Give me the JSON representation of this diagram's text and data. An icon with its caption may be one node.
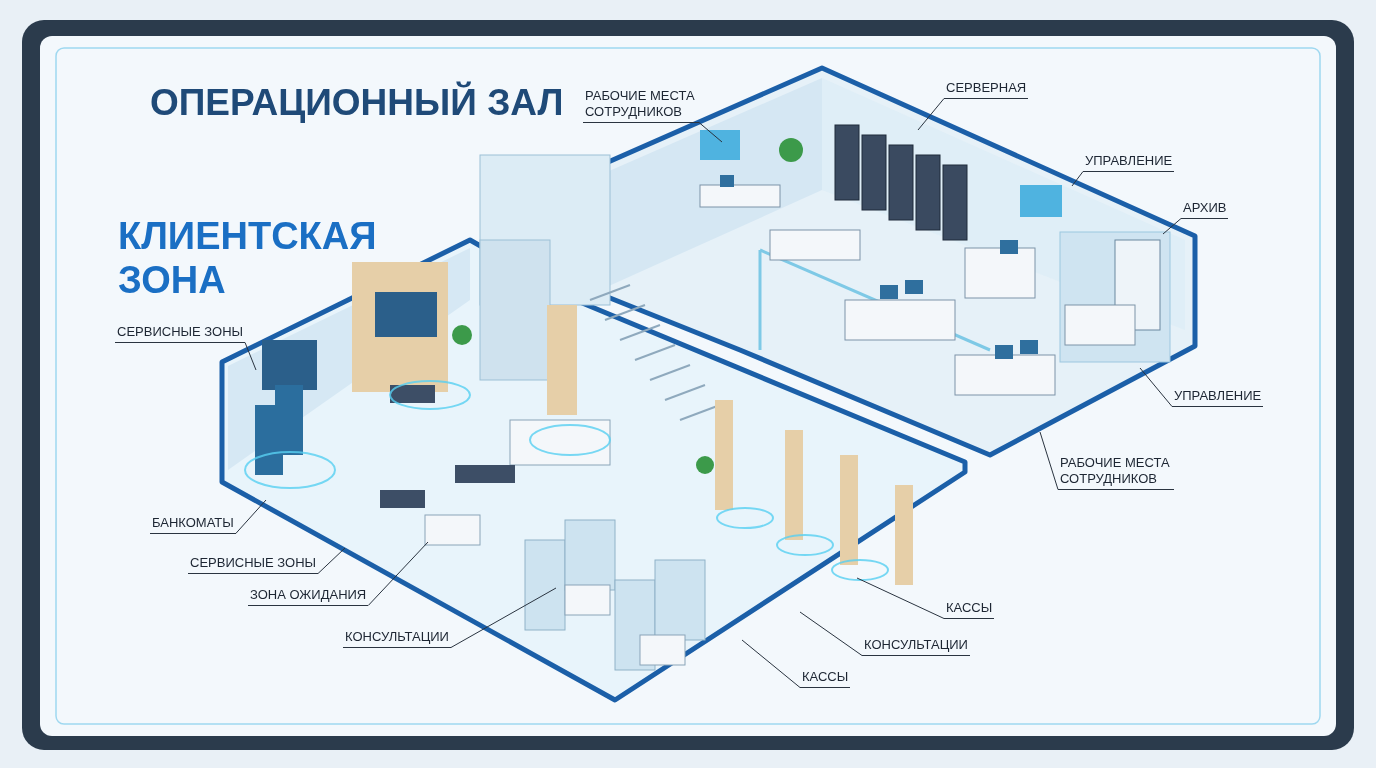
{
  "diagram": {
    "title": "ОПЕРАЦИОННЫЙ ЗАЛ",
    "nodes": [
      {
        "text": [
          "РАБОЧИЕ МЕСТА СОТРУДНИКОВ"
        ]
      },
      {
        "text": [
          "СЕРВЕРНАЯ"
        ]
      },
      {
        "text": [
          "УПРАВЛЕНИЕ"
        ]
      },
      {
        "text": [
          "АРХИВ"
        ]
      },
      {
        "text": [
          "СЕРВИСНЫЕ ЗОНЫ"
        ]
      },
      {
        "text": [
          "УПРАВЛЕНИЕ"
        ]
      },
      {
        "text": [
          "РАБОЧИЕ МЕСТА СОТРУДНИКОВ"
        ]
      },
      {
        "text": [
          "БАНКОМАТЫ"
        ]
      },
      {
        "text": [
          "СЕРВИСНЫЕ ЗОНЫ"
        ]
      },
      {
        "text": [
          "ЗОНА ОЖИДАНИЯ"
        ]
      },
      {
        "text": [
          "КОНСУЛЬТАЦИИ"
        ]
      },
      {
        "text": [
          "КАССЫ"
        ]
      },
      {
        "text": [
          "КОНСУЛЬТАЦИИ"
        ]
      },
      {
        "text": [
          "КАССЫ"
        ]
      }
    ],
    "edges": [
      {
        "from": 0,
        "to": null,
        "arrow": "none"
      },
      {
        "from": 1,
        "to": null,
        "arrow": "none"
      },
      {
        "from": 2,
        "to": null,
        "arrow": "none"
      },
      {
        "from": 3,
        "to": null,
        "arrow": "none"
      },
      {
        "from": 4,
        "to": null,
        "arrow": "none"
      },
      {
        "from": 5,
        "to": null,
        "arrow": "none"
      },
      {
        "from": 6,
        "to": null,
        "arrow": "none"
      },
      {
        "from": 7,
        "to": null,
        "arrow": "none"
      },
      {
        "from": 8,
        "to": null,
        "arrow": "none"
      },
      {
        "from": 9,
        "to": null,
        "arrow": "none"
      },
      {
        "from": 10,
        "to": null,
        "arrow": "none"
      },
      {
        "from": 11,
        "to": null,
        "arrow": "none"
      },
      {
        "from": 12,
        "to": null,
        "arrow": "none"
      },
      {
        "from": 13,
        "to": null,
        "arrow": "none"
      }
    ],
    "labels": [
      "КЛИЕНТСКАЯ ЗОНА"
    ]
  }
}
